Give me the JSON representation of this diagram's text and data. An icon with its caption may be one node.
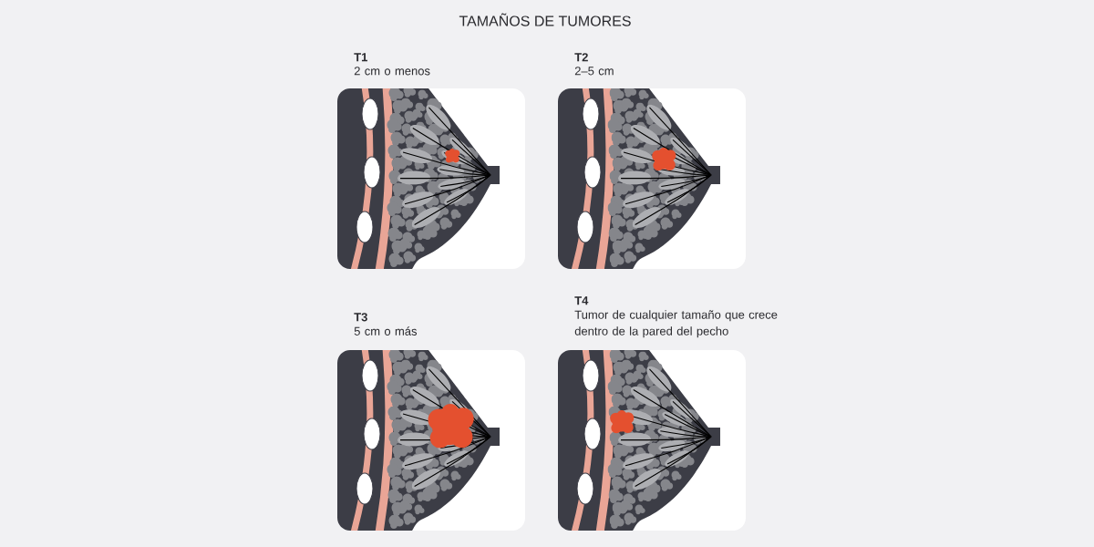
{
  "diagram": {
    "title": "TAMAÑOS DE TUMORES",
    "labels": [
      "T1",
      "2 cm o menos",
      "T2",
      "2–5 cm",
      "T3",
      "5 cm o más",
      "T4",
      "Tumor de cualquier tamaño que crece dentro de la pared del pecho"
    ]
  }
}
